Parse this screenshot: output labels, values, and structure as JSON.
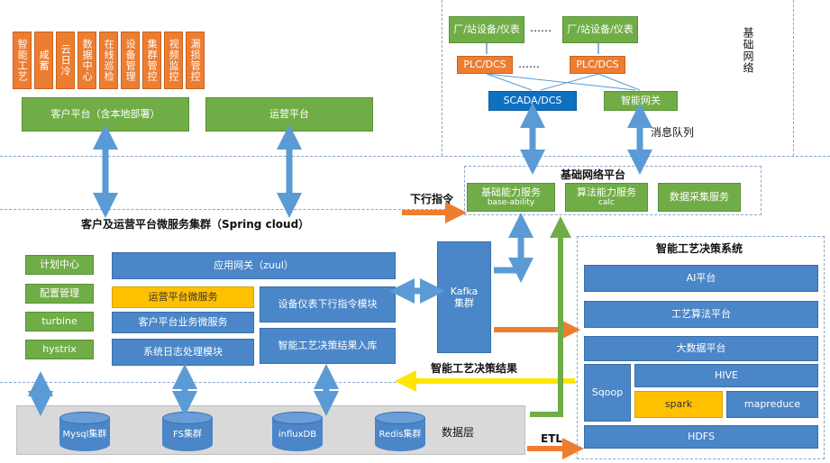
{
  "top_left": {
    "orange_modules": [
      "智能工艺",
      "咸蓄",
      "云日冷",
      "数据中心",
      "在线巡检",
      "设备管理",
      "集群管控",
      "视频监控",
      "漏损管控"
    ],
    "customer_platform": "客户平台（含本地部署）",
    "ops_platform": "运营平台"
  },
  "microservice_cluster": {
    "title": "客户及运营平台微服务集群（Spring cloud）",
    "left_items": [
      "计划中心",
      "配置管理",
      "turbine",
      "hystrix"
    ],
    "gateway": "应用网关（zuul）",
    "ops_service": "运营平台微服务",
    "customer_service": "客户平台业务微服务",
    "log_module": "系统日志处理模块",
    "device_cmd_module": "设备仪表下行指令模块",
    "decision_input_module": "智能工艺决策结果入库"
  },
  "base_network": {
    "vertical_label": "基础网络",
    "devices": [
      "厂/站设备/仪表",
      "厂/站设备/仪表"
    ],
    "ellipsis": "……",
    "plc": [
      "PLC/DCS",
      "PLC/DCS"
    ],
    "scada": "SCADA/DCS",
    "smart_gateway": "智能网关",
    "message_queue": "消息队列"
  },
  "base_network_platform": {
    "title": "基础网络平台",
    "ability_service": "基础能力服务",
    "ability_service_sub": "base-ability",
    "calc_service": "算法能力服务",
    "calc_service_sub": "calc",
    "collect_service": "数据采集服务"
  },
  "kafka": "Kafka集群",
  "arrows": {
    "downlink_cmd": "下行指令",
    "decision_result": "智能工艺决策结果",
    "etl": "ETL"
  },
  "decision_system": {
    "title": "智能工艺决策系统",
    "ai_platform": "AI平台",
    "process_platform": "工艺算法平台",
    "bigdata_platform": "大数据平台",
    "sqoop": "Sqoop",
    "hive": "HIVE",
    "spark": "spark",
    "mapreduce": "mapreduce",
    "hdfs": "HDFS"
  },
  "data_layer": {
    "label": "数据层",
    "stores": [
      "Mysql集群",
      "FS集群",
      "influxDB",
      "Redis集群"
    ]
  }
}
